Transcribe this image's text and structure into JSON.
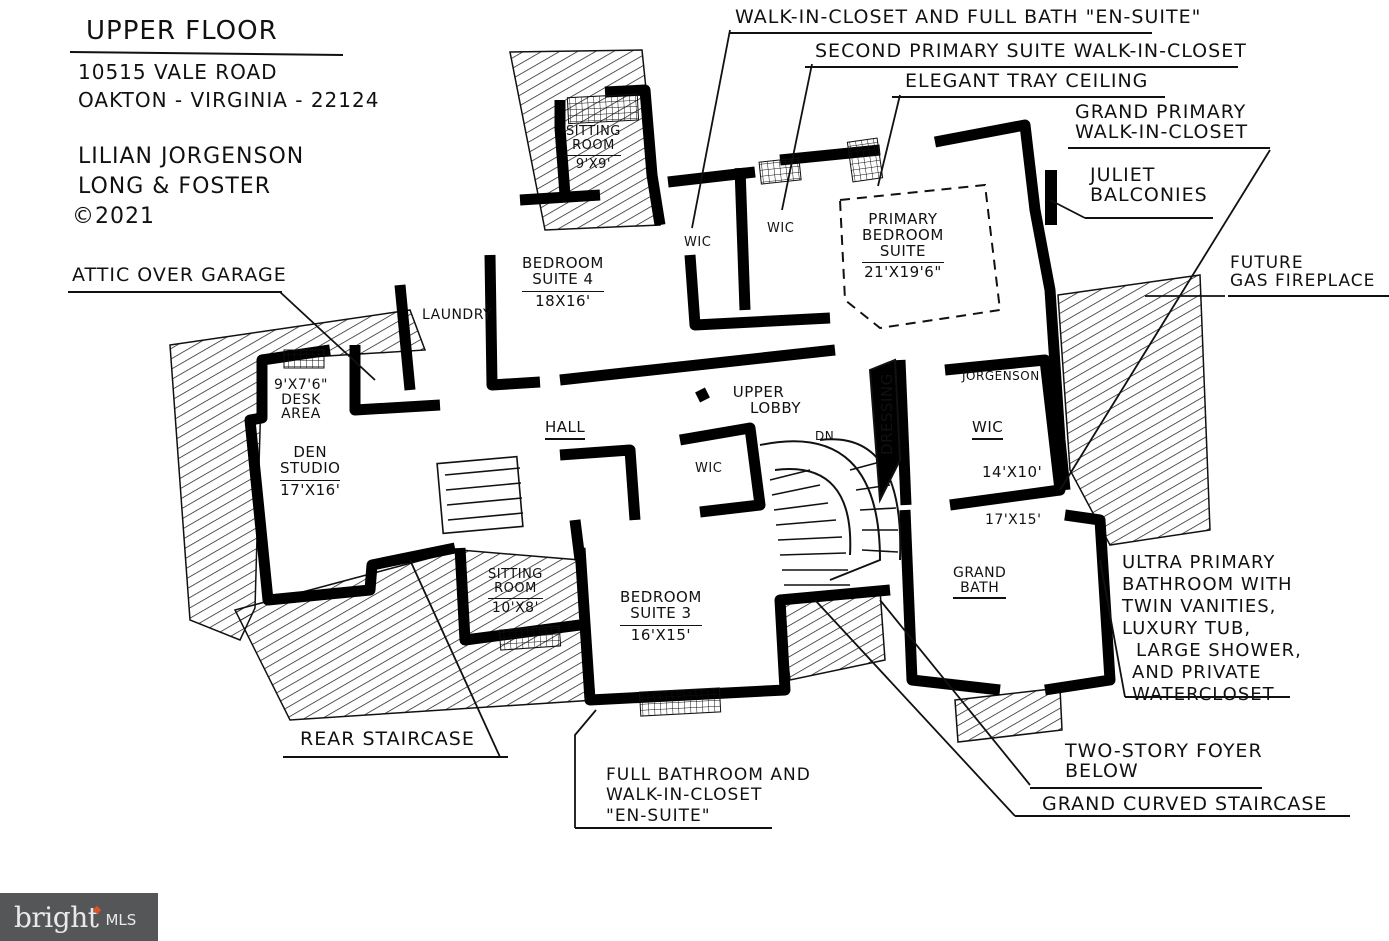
{
  "title_block": {
    "title": "UPPER FLOOR",
    "address_line1": "10515 VALE ROAD",
    "address_line2": "OAKTON - VIRGINIA - 22124",
    "agent": "LILIAN JORGENSON",
    "brokerage": "LONG & FOSTER",
    "copyright": "©2021"
  },
  "callouts": {
    "walk_in_closet_full_bath": "WALK-IN-CLOSET AND FULL BATH \"EN-SUITE\"",
    "second_primary_wic": "SECOND PRIMARY SUITE WALK-IN-CLOSET",
    "tray_ceiling": "ELEGANT TRAY CEILING",
    "grand_primary_wic_line1": "GRAND PRIMARY",
    "grand_primary_wic_line2": "WALK-IN-CLOSET",
    "juliet_line1": "JULIET",
    "juliet_line2": "BALCONIES",
    "fireplace_line1": "FUTURE",
    "fireplace_line2": "GAS FIREPLACE",
    "attic": "ATTIC OVER GARAGE",
    "rear_staircase": "REAR STAIRCASE",
    "primary_bath_lines": [
      "ULTRA PRIMARY",
      "BATHROOM WITH",
      "TWIN VANITIES,",
      "LUXURY TUB,",
      "LARGE SHOWER,",
      "AND PRIVATE",
      "WATERCLOSET"
    ],
    "full_bath_lines": [
      "FULL BATHROOM AND",
      "WALK-IN-CLOSET",
      "\"EN-SUITE\""
    ],
    "foyer_line1": "TWO-STORY FOYER",
    "foyer_line2": "BELOW",
    "curved_staircase": "GRAND CURVED STAIRCASE"
  },
  "rooms": {
    "sitting_room_top": {
      "name_line1": "SITTING",
      "name_line2": "ROOM",
      "dim": "9'x9'"
    },
    "bedroom4": {
      "name_line1": "BEDROOM",
      "name_line2": "SUITE 4",
      "dim": "18x16'"
    },
    "wic_a": {
      "name": "WIC"
    },
    "wic_b": {
      "name": "WIC"
    },
    "primary_bedroom": {
      "name_line1": "PRIMARY",
      "name_line2": "BEDROOM",
      "name_line3": "SUITE",
      "dim": "21'x19'6\""
    },
    "laundry": {
      "name": "LAUNDRY"
    },
    "desk_area": {
      "dim": "9'x7'6\"",
      "name_line1": "DESK",
      "name_line2": "AREA"
    },
    "den_studio": {
      "name_line1": "DEN",
      "name_line2": "STUDIO",
      "dim": "17'x16'"
    },
    "hall": {
      "name": "HALL"
    },
    "upper_lobby": {
      "name_line1": "UPPER",
      "name_line2": "LOBBY"
    },
    "wic_lobby": {
      "name": "WIC"
    },
    "stair_dn": {
      "name": "DN"
    },
    "dressing": {
      "name": "DRESSING"
    },
    "primary_wic": {
      "tag": "JORGENSON",
      "name": "WIC",
      "dim": "14'x10'"
    },
    "grand_bath": {
      "dim": "17'x15'",
      "name_line1": "GRAND",
      "name_line2": "BATH"
    },
    "sitting_room_low": {
      "name_line1": "SITTING",
      "name_line2": "ROOM",
      "dim": "10'x8'"
    },
    "bedroom3": {
      "name_line1": "BEDROOM",
      "name_line2": "SUITE 3",
      "dim": "16'x15'"
    }
  },
  "watermark": {
    "brand": "bright",
    "suffix": "MLS",
    "accent_color": "#d9532b"
  }
}
